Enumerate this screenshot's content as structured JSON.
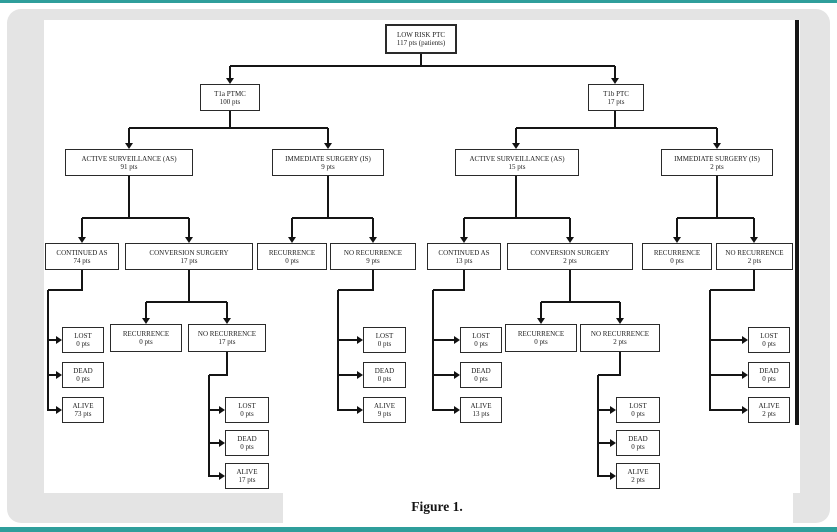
{
  "page": {
    "caption": "Figure 1.",
    "accent_color": "#2f9e9b",
    "panel_color": "#e4e4e4"
  },
  "flowchart": {
    "nodes": {
      "root": {
        "label": "LOW RISK PTC",
        "value": "117 pts (patients)"
      },
      "t1a": {
        "label": "T1a PTMC",
        "value": "100 pts"
      },
      "t1b": {
        "label": "T1b PTC",
        "value": "17 pts"
      },
      "as_left": {
        "label": "ACTIVE SURVEILLANCE (AS)",
        "value": "91 pts"
      },
      "is_left": {
        "label": "IMMEDIATE SURGERY (IS)",
        "value": "9 pts"
      },
      "as_right": {
        "label": "ACTIVE SURVEILLANCE (AS)",
        "value": "15 pts"
      },
      "is_right": {
        "label": "IMMEDIATE SURGERY (IS)",
        "value": "2 pts"
      },
      "continued_as_left": {
        "label": "CONTINUED AS",
        "value": "74 pts"
      },
      "conversion_left": {
        "label": "CONVERSION SURGERY",
        "value": "17 pts"
      },
      "recurrence_is_left": {
        "label": "RECURRENCE",
        "value": "0 pts"
      },
      "no_recurrence_is_left": {
        "label": "NO RECURRENCE",
        "value": "9 pts"
      },
      "continued_as_right": {
        "label": "CONTINUED AS",
        "value": "13 pts"
      },
      "conversion_right": {
        "label": "CONVERSION SURGERY",
        "value": "2 pts"
      },
      "recurrence_is_right": {
        "label": "RECURRENCE",
        "value": "0 pts"
      },
      "no_recurrence_is_right": {
        "label": "NO RECURRENCE",
        "value": "2 pts"
      },
      "recurrence_conv_left": {
        "label": "RECURRENCE",
        "value": "0 pts"
      },
      "no_recurrence_conv_left": {
        "label": "NO RECURRENCE",
        "value": "17 pts"
      },
      "recurrence_conv_right": {
        "label": "RECURRENCE",
        "value": "0 pts"
      },
      "no_recurrence_conv_right": {
        "label": "NO RECURRENCE",
        "value": "2 pts"
      },
      "cal_lost": {
        "label": "LOST",
        "value": "0 pts"
      },
      "cal_dead": {
        "label": "DEAD",
        "value": "0 pts"
      },
      "cal_alive": {
        "label": "ALIVE",
        "value": "73 pts"
      },
      "ncl_lost": {
        "label": "LOST",
        "value": "0 pts"
      },
      "ncl_dead": {
        "label": "DEAD",
        "value": "0 pts"
      },
      "ncl_alive": {
        "label": "ALIVE",
        "value": "17 pts"
      },
      "isl_lost": {
        "label": "LOST",
        "value": "0 pts"
      },
      "isl_dead": {
        "label": "DEAD",
        "value": "0 pts"
      },
      "isl_alive": {
        "label": "ALIVE",
        "value": "9 pts"
      },
      "car_lost": {
        "label": "LOST",
        "value": "0 pts"
      },
      "car_dead": {
        "label": "DEAD",
        "value": "0 pts"
      },
      "car_alive": {
        "label": "ALIVE",
        "value": "13 pts"
      },
      "ncr_lost": {
        "label": "LOST",
        "value": "0 pts"
      },
      "ncr_dead": {
        "label": "DEAD",
        "value": "0 pts"
      },
      "ncr_alive": {
        "label": "ALIVE",
        "value": "2 pts"
      },
      "isr_lost": {
        "label": "LOST",
        "value": "0 pts"
      },
      "isr_dead": {
        "label": "DEAD",
        "value": "0 pts"
      },
      "isr_alive": {
        "label": "ALIVE",
        "value": "2 pts"
      }
    }
  }
}
